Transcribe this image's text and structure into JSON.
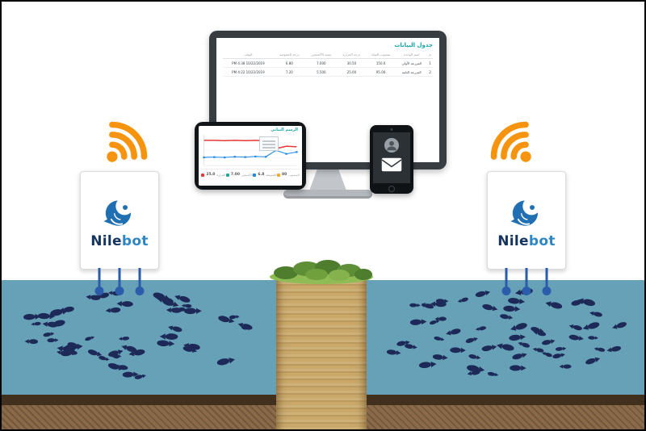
{
  "branding": {
    "name_primary": "Nile",
    "name_secondary": "bot",
    "color_primary": "#16355E",
    "color_secondary": "#2F86C5"
  },
  "wifi": {
    "color": "#F6940F"
  },
  "monitor": {
    "title": "جدول البيانات",
    "columns": [
      "م",
      "اسم الوحدة",
      "منسوب المياه",
      "درجة الحرارة",
      "نسبة الأكسجين",
      "درجة الحموضة",
      "الوقت"
    ],
    "rows": [
      [
        {
          "v": "1"
        },
        {
          "v": "المزرعة الأولى"
        },
        {
          "v": "150.0",
          "c": "red"
        },
        {
          "v": "30.50",
          "c": "red"
        },
        {
          "v": "7.000",
          "c": "green"
        },
        {
          "v": "6.80",
          "c": "green"
        },
        {
          "v": "10/22/2019 4:38 PM",
          "c": "blue"
        }
      ],
      [
        {
          "v": "2"
        },
        {
          "v": "المزرعة الثانية"
        },
        {
          "v": "95.00",
          "c": "green"
        },
        {
          "v": "25.00",
          "c": "green"
        },
        {
          "v": "5.500",
          "c": "red"
        },
        {
          "v": "7.20"
        },
        {
          "v": "10/22/2019 4:22 PM",
          "c": "blue"
        }
      ]
    ]
  },
  "tablet": {
    "title": "الرسم البياني",
    "chart_data": {
      "type": "line",
      "x": [
        1,
        2,
        3,
        4,
        5,
        6,
        7,
        8,
        9,
        10
      ],
      "ylim": [
        0,
        100
      ],
      "series": [
        {
          "name": "temperature",
          "color": "#E53935",
          "markers": false,
          "values": [
            86,
            86,
            85,
            86,
            85,
            86,
            84,
            58,
            66,
            64
          ]
        },
        {
          "name": "oxygen",
          "color": "#1E88E5",
          "markers": true,
          "values": [
            28,
            29,
            28,
            30,
            29,
            31,
            30,
            52,
            40,
            46
          ]
        }
      ]
    },
    "stats": [
      {
        "label": "الحرارة",
        "value": "25.0",
        "color": "#E53935"
      },
      {
        "label": "الأكسجين",
        "value": "7.00",
        "color": "#26A69A"
      },
      {
        "label": "الحموضة",
        "value": "6.8",
        "color": "#1E88E5"
      },
      {
        "label": "المنسوب",
        "value": "80",
        "color": "#F9A825"
      }
    ]
  },
  "phone": {
    "icons": [
      "user-avatar",
      "mail-envelope"
    ]
  },
  "fish": {
    "color": "#1D2A57",
    "left_count": 52,
    "right_count": 56
  },
  "palette": {
    "water": "#67A1B7",
    "sand": "#C9A86A",
    "grass": "#7CAE4C",
    "soil": "#8A6A49",
    "soil_dark": "#42301F",
    "probe_blue": "#2B5CAB"
  }
}
